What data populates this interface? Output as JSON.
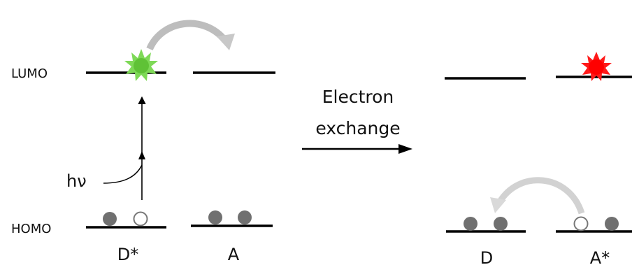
{
  "labels": {
    "lumo": "LUMO",
    "homo": "HOMO",
    "hv": "hν",
    "process_line1": "Electron",
    "process_line2": "exchange",
    "donor_excited": "D*",
    "acceptor_ground": "A",
    "donor_ground": "D",
    "acceptor_excited": "A*"
  },
  "colors": {
    "level_line": "#000000",
    "electron": "#707070",
    "hole_outline": "#777777",
    "curved_arrow": "#bdbdbd",
    "donor_excitation_star": "#7ed957",
    "acceptor_excitation_star": "#ff1a1a"
  },
  "icons": {
    "excitation_marker": "star-burst",
    "electron": "filled-circle",
    "hole": "open-circle"
  }
}
